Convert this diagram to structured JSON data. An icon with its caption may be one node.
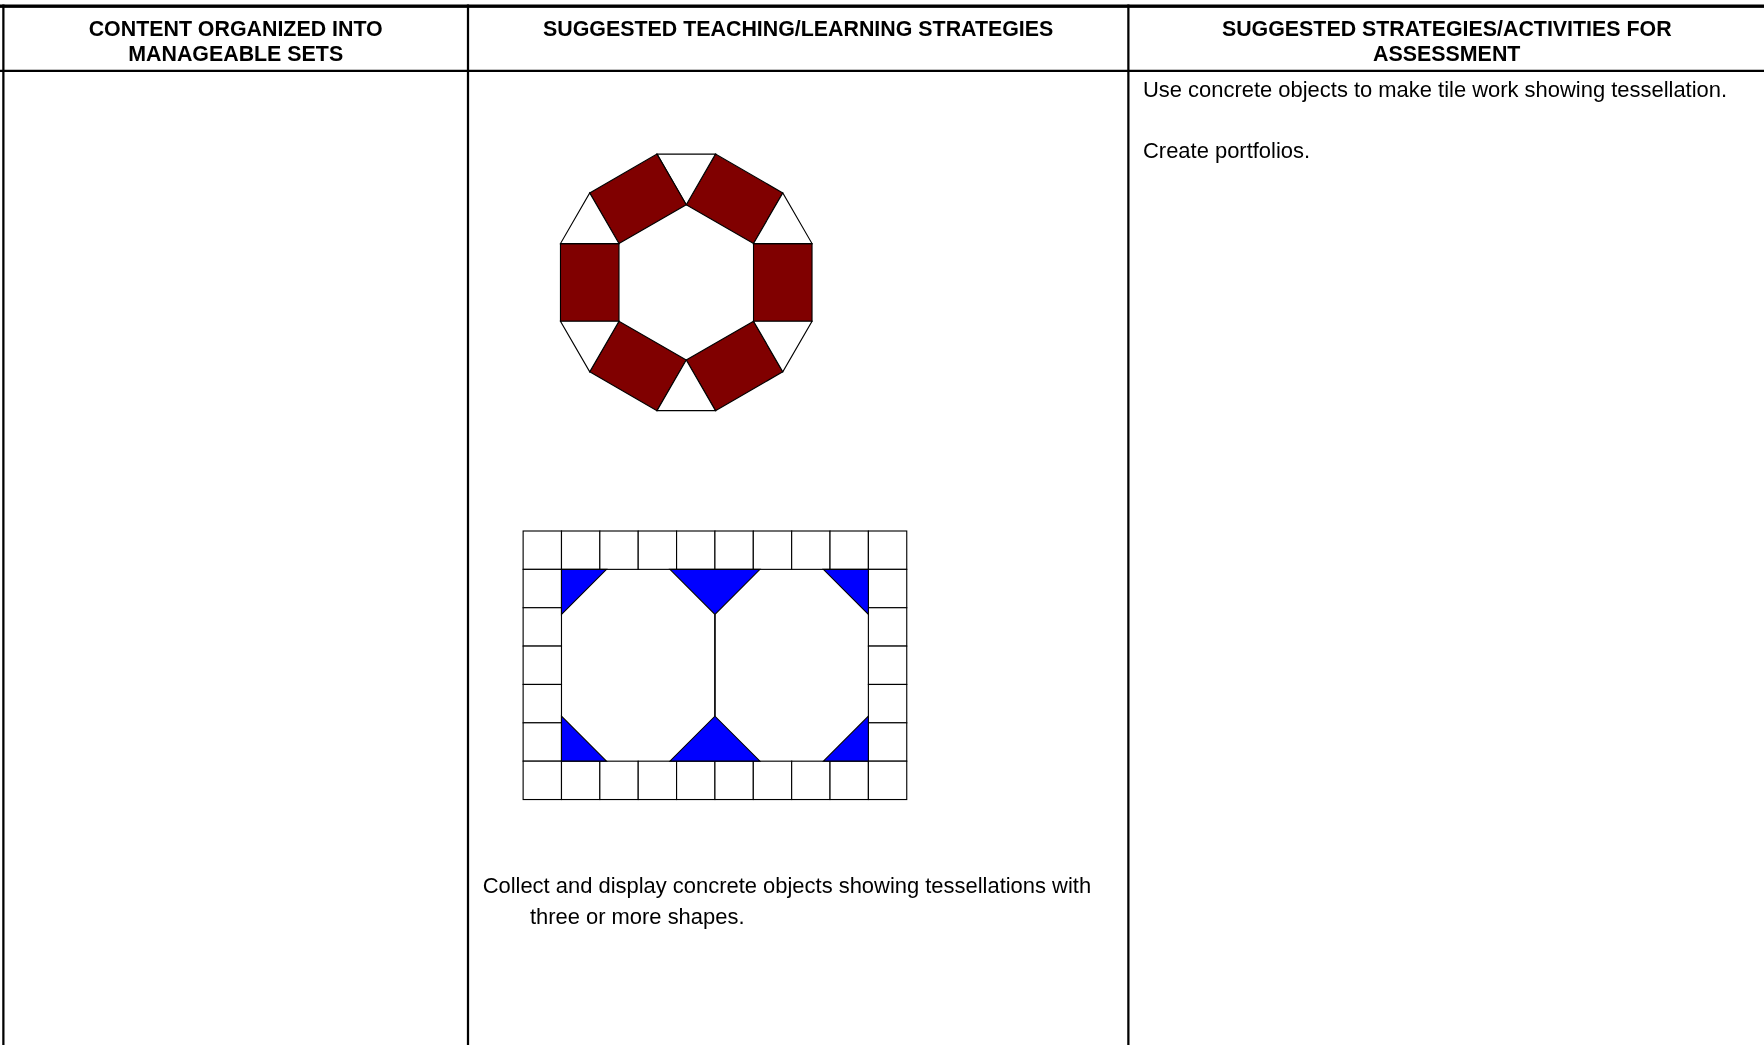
{
  "diagram": {
    "labels": [
      "CONTENT ORGANIZED INTO MANAGEABLE SETS",
      "SUGGESTED TEACHING/LEARNING STRATEGIES",
      "SUGGESTED STRATEGIES/ACTIVITIES FOR ASSESSMENT",
      "Collect and display concrete objects showing tessellations with three or more shapes.",
      "Use concrete objects to make tile work showing tessellation.",
      "Create portfolios."
    ]
  }
}
